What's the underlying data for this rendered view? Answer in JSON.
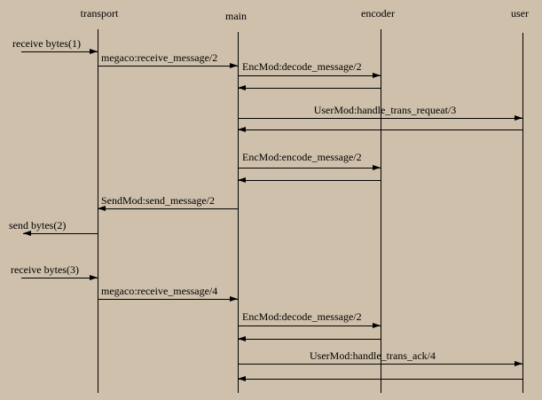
{
  "diagram": {
    "type": "message-sequence-chart",
    "background_color": "#cec0ab",
    "line_color": "#000000",
    "lifelines": [
      {
        "id": "transport",
        "label": "transport"
      },
      {
        "id": "main",
        "label": "main"
      },
      {
        "id": "encoder",
        "label": "encoder"
      },
      {
        "id": "user",
        "label": "user"
      }
    ],
    "messages": [
      {
        "label": "receive bytes(1)",
        "from": "external",
        "to": "transport"
      },
      {
        "label": "megaco:receive_message/2",
        "from": "transport",
        "to": "main"
      },
      {
        "label": "EncMod:decode_message/2",
        "from": "main",
        "to": "encoder"
      },
      {
        "label": "",
        "from": "encoder",
        "to": "main"
      },
      {
        "label": "UserMod:handle_trans_requeat/3",
        "from": "main",
        "to": "user"
      },
      {
        "label": "",
        "from": "user",
        "to": "main"
      },
      {
        "label": "EncMod:encode_message/2",
        "from": "main",
        "to": "encoder"
      },
      {
        "label": "",
        "from": "encoder",
        "to": "main"
      },
      {
        "label": "SendMod:send_message/2",
        "from": "main",
        "to": "transport"
      },
      {
        "label": "send bytes(2)",
        "from": "transport",
        "to": "external"
      },
      {
        "label": "receive bytes(3)",
        "from": "external",
        "to": "transport"
      },
      {
        "label": "megaco:receive_message/4",
        "from": "transport",
        "to": "main"
      },
      {
        "label": "EncMod:decode_message/2",
        "from": "main",
        "to": "encoder"
      },
      {
        "label": "",
        "from": "encoder",
        "to": "main"
      },
      {
        "label": "UserMod:handle_trans_ack/4",
        "from": "main",
        "to": "user"
      },
      {
        "label": "",
        "from": "user",
        "to": "main"
      }
    ]
  }
}
